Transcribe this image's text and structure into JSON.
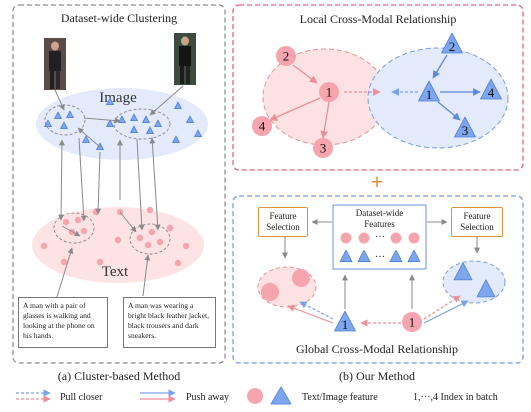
{
  "panel_a": {
    "title": "Dataset-wide Clustering",
    "image_label": "Image",
    "text_label": "Text",
    "text_snippet_left": "A man with a pair of glasses is walking and looking at the phone on his hands.",
    "text_snippet_right": "A man was wearing a bright black leather jacket, black trousers and dark sneakers.",
    "caption": "(a) Cluster-based Method"
  },
  "panel_b_local": {
    "title": "Local Cross-Modal Relationship",
    "text_node_labels": [
      "2",
      "1",
      "4",
      "3"
    ],
    "image_node_labels": [
      "2",
      "1",
      "4",
      "3"
    ]
  },
  "plus_symbol": "+",
  "panel_b_global": {
    "title": "Global Cross-Modal Relationship",
    "center_title": "Dataset-wide Features",
    "ellipsis": "···",
    "feature_selection_left": "Feature Selection",
    "feature_selection_right": "Feature Selection",
    "node_labels": [
      "1",
      "1"
    ]
  },
  "caption_b": "(b) Our Method",
  "legend": {
    "pull_closer": "Pull closer",
    "push_away": "Push away",
    "feature": "Text/Image feature",
    "index": "1,···,4  Index in batch"
  },
  "colors": {
    "pink_fill": "#f6a5ae",
    "pink_edge": "#e8818c",
    "blue_fill": "#7da6ee",
    "blue_edge": "#4f7fd8",
    "red_border": "#e0676f",
    "blue_border": "#7b9be6",
    "orange": "#e0903a",
    "gray": "#8a8a8a"
  }
}
